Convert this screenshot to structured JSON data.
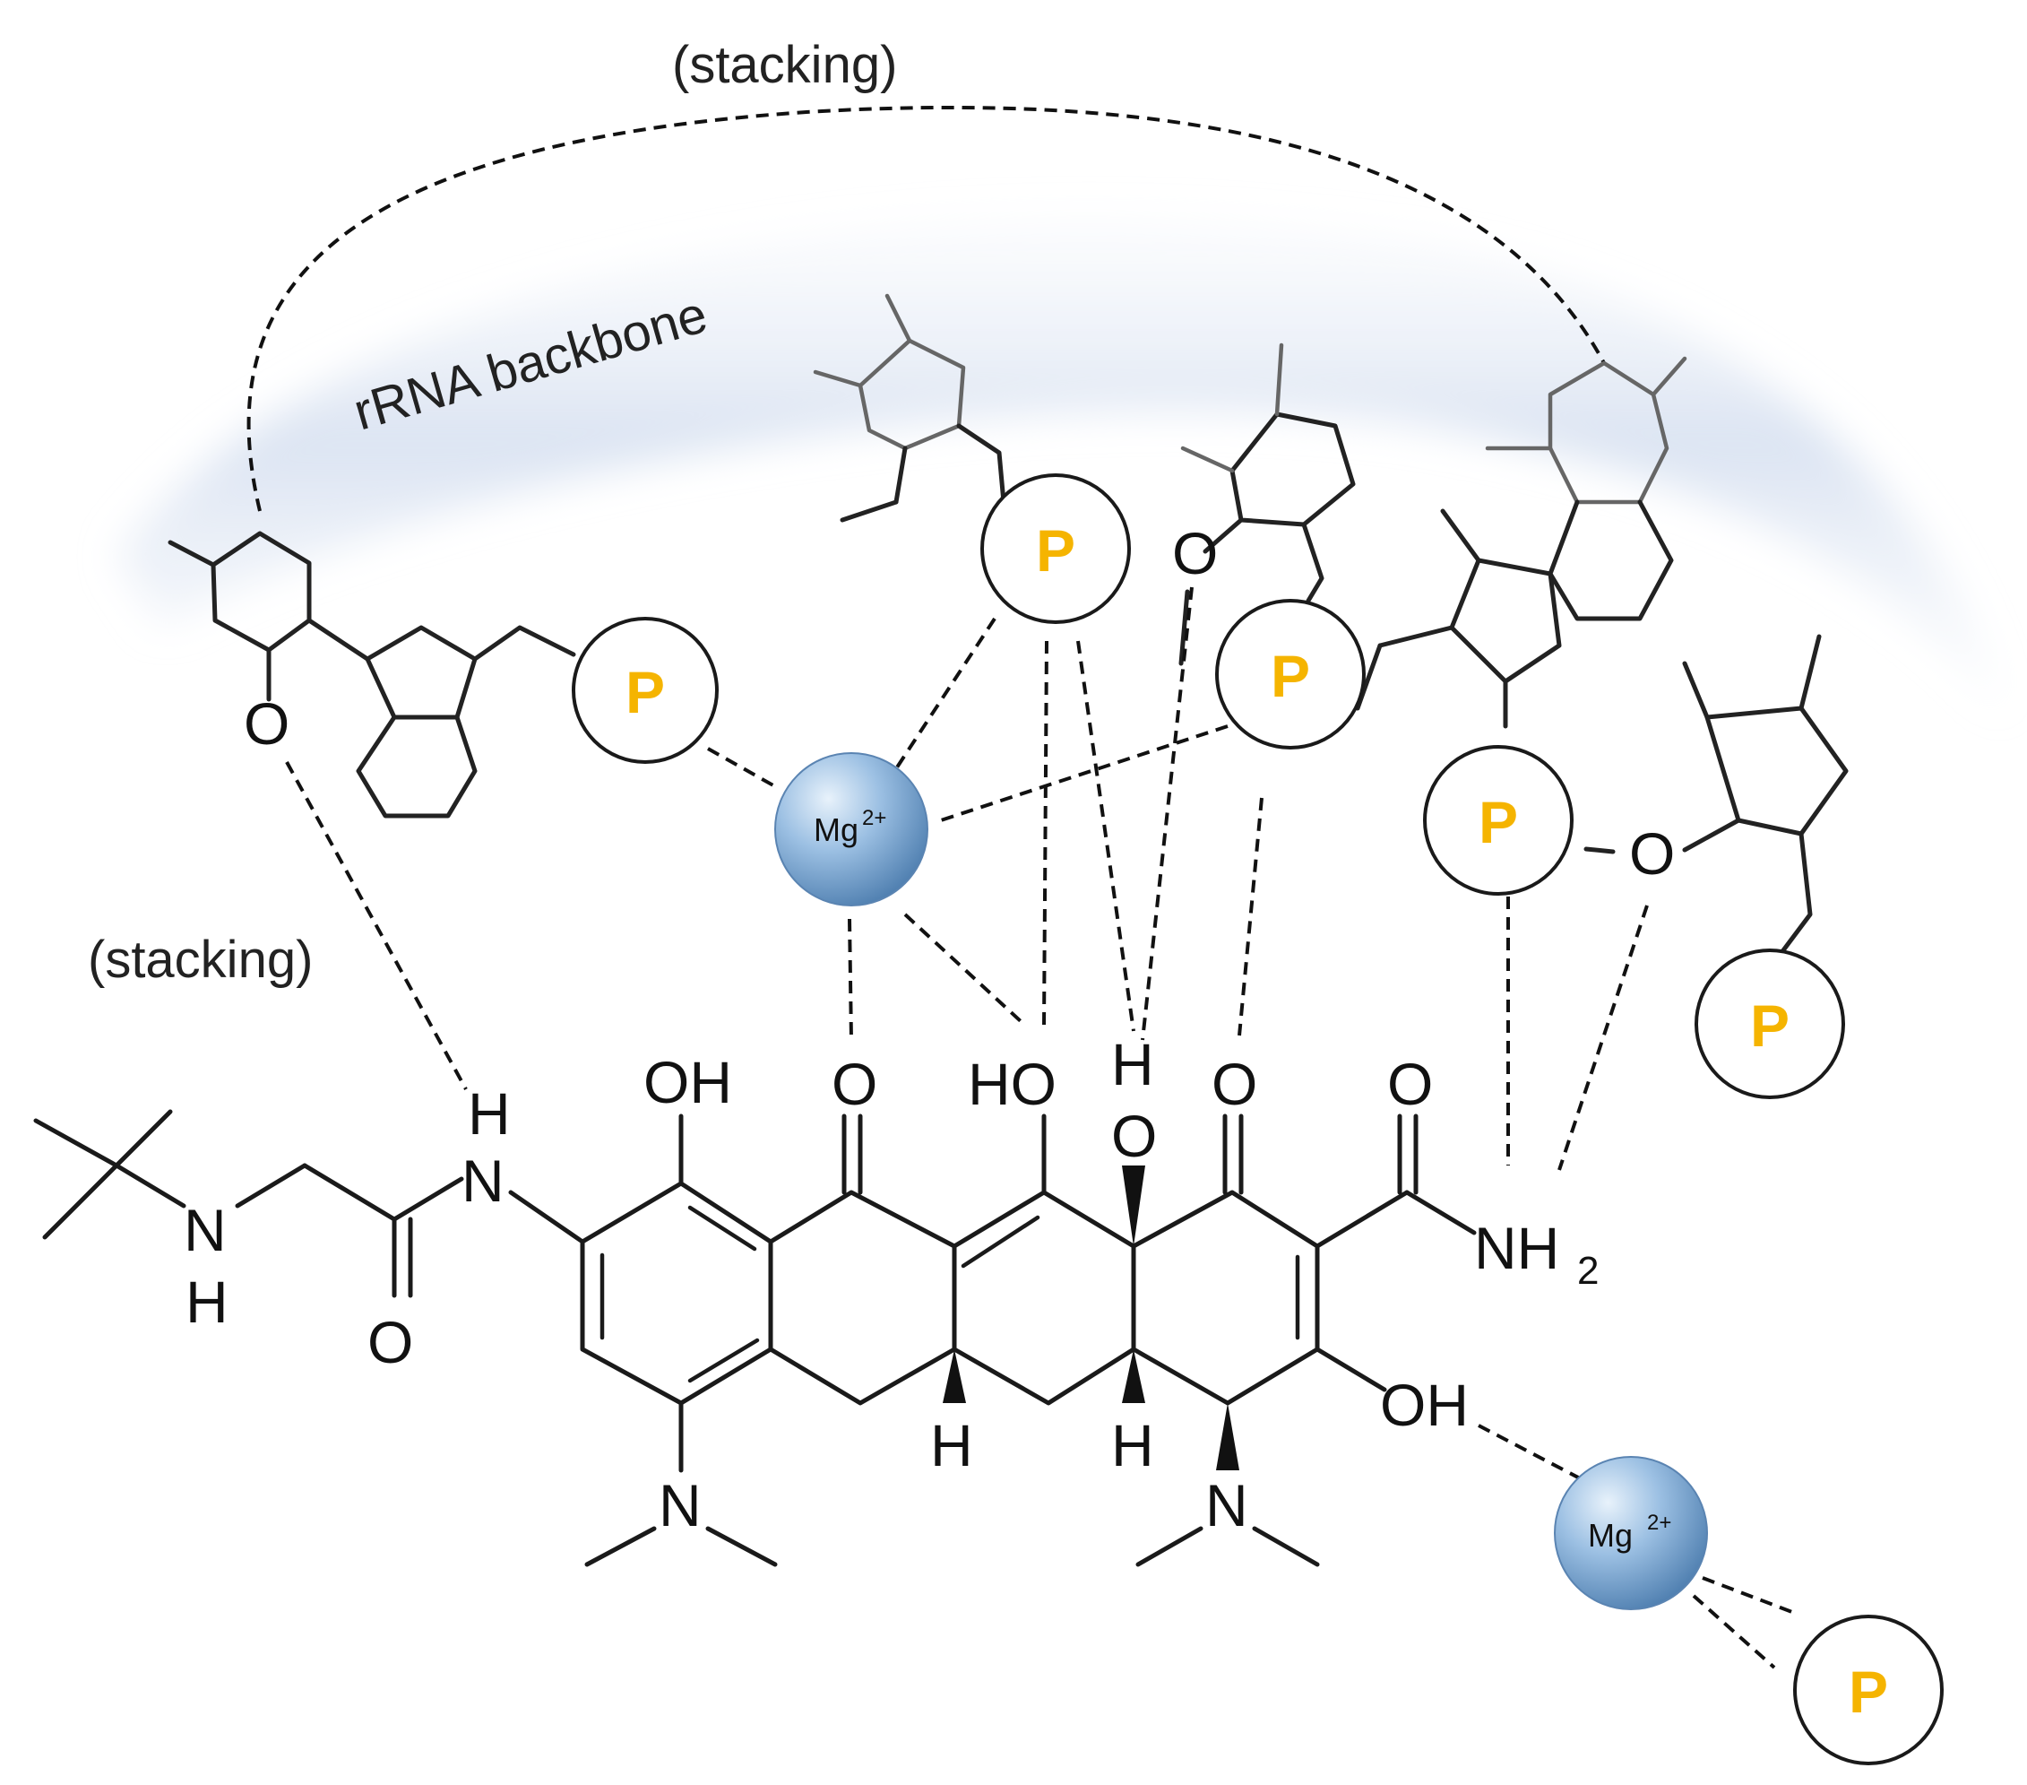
{
  "labels": {
    "stacking_top": "(stacking)",
    "stacking_left": "(stacking)",
    "backbone": "rRNA backbone"
  },
  "ions": {
    "mg_main": "Mg",
    "mg_main_charge": "2+",
    "mg_second": "Mg",
    "mg_second_charge": "2+"
  },
  "phosphate": "P",
  "atoms": {
    "oh_left": "OH",
    "o_ketone_left": "O",
    "ho_enol": "HO",
    "h_top": "H",
    "o_hydroxy": "O",
    "o_ketone_right": "O",
    "o_amide": "O",
    "n_amide_nh2": "NH",
    "sub_2": "2",
    "oh_right": "OH",
    "h_amide_nh": "H",
    "n_amide": "N",
    "o_glycyl": "O",
    "n_amine": "N",
    "h_amine": "H",
    "n_dimethyl_left": "N",
    "n_dimethyl_right": "N",
    "h_stereo_left": "H",
    "h_stereo_right": "H",
    "o_rna_left": "O",
    "o_rna_mid": "O",
    "o_rna_right": "O"
  },
  "colors": {
    "phosphate_label": "#f5b400",
    "mg_ion": "#8ab4dc",
    "backbone_band": "#dfe7f3"
  }
}
